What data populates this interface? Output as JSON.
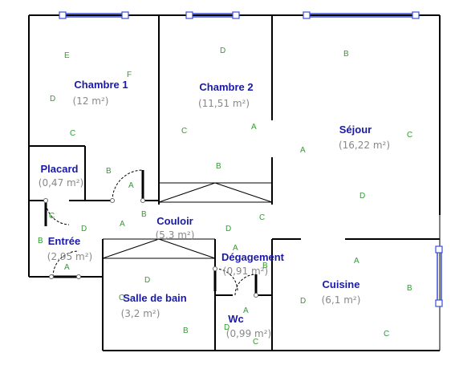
{
  "rooms": {
    "chambre1": {
      "name": "Chambre 1",
      "area": "(12 m²)"
    },
    "chambre2": {
      "name": "Chambre 2",
      "area": "(11,51 m²)"
    },
    "sejour": {
      "name": "Séjour",
      "area": "(16,22 m²)"
    },
    "placard": {
      "name": "Placard",
      "area": "(0,47 m²)"
    },
    "couloir": {
      "name": "Couloir",
      "area": "(5,3 m²)"
    },
    "entree": {
      "name": "Entrée",
      "area": "(2,95 m²)"
    },
    "degagement": {
      "name": "Dégagement",
      "area": "(0,91 m²)"
    },
    "cuisine": {
      "name": "Cuisine",
      "area": "(6,1 m²)"
    },
    "salle_de_bain": {
      "name": "Salle de bain",
      "area": "(3,2 m²)"
    },
    "wc": {
      "name": "Wc",
      "area": "(0,99 m²)"
    }
  },
  "markers": {
    "m1": "E",
    "m2": "F",
    "m3": "D",
    "m4": "C",
    "m5": "B",
    "m6": "A",
    "m7": "D",
    "m8": "C",
    "m9": "A",
    "m10": "B",
    "m11": "B",
    "m12": "C",
    "m13": "A",
    "m14": "D",
    "m15": "B",
    "m16": "A",
    "m17": "D",
    "m18": "C",
    "m19": "C",
    "m20": "D",
    "m21": "B",
    "m22": "A",
    "m23": "A",
    "m24": "B",
    "m25": "A",
    "m26": "B",
    "m27": "D",
    "m28": "C",
    "m29": "D",
    "m30": "B",
    "m31": "C",
    "m32": "A",
    "m33": "D",
    "m34": "C"
  }
}
